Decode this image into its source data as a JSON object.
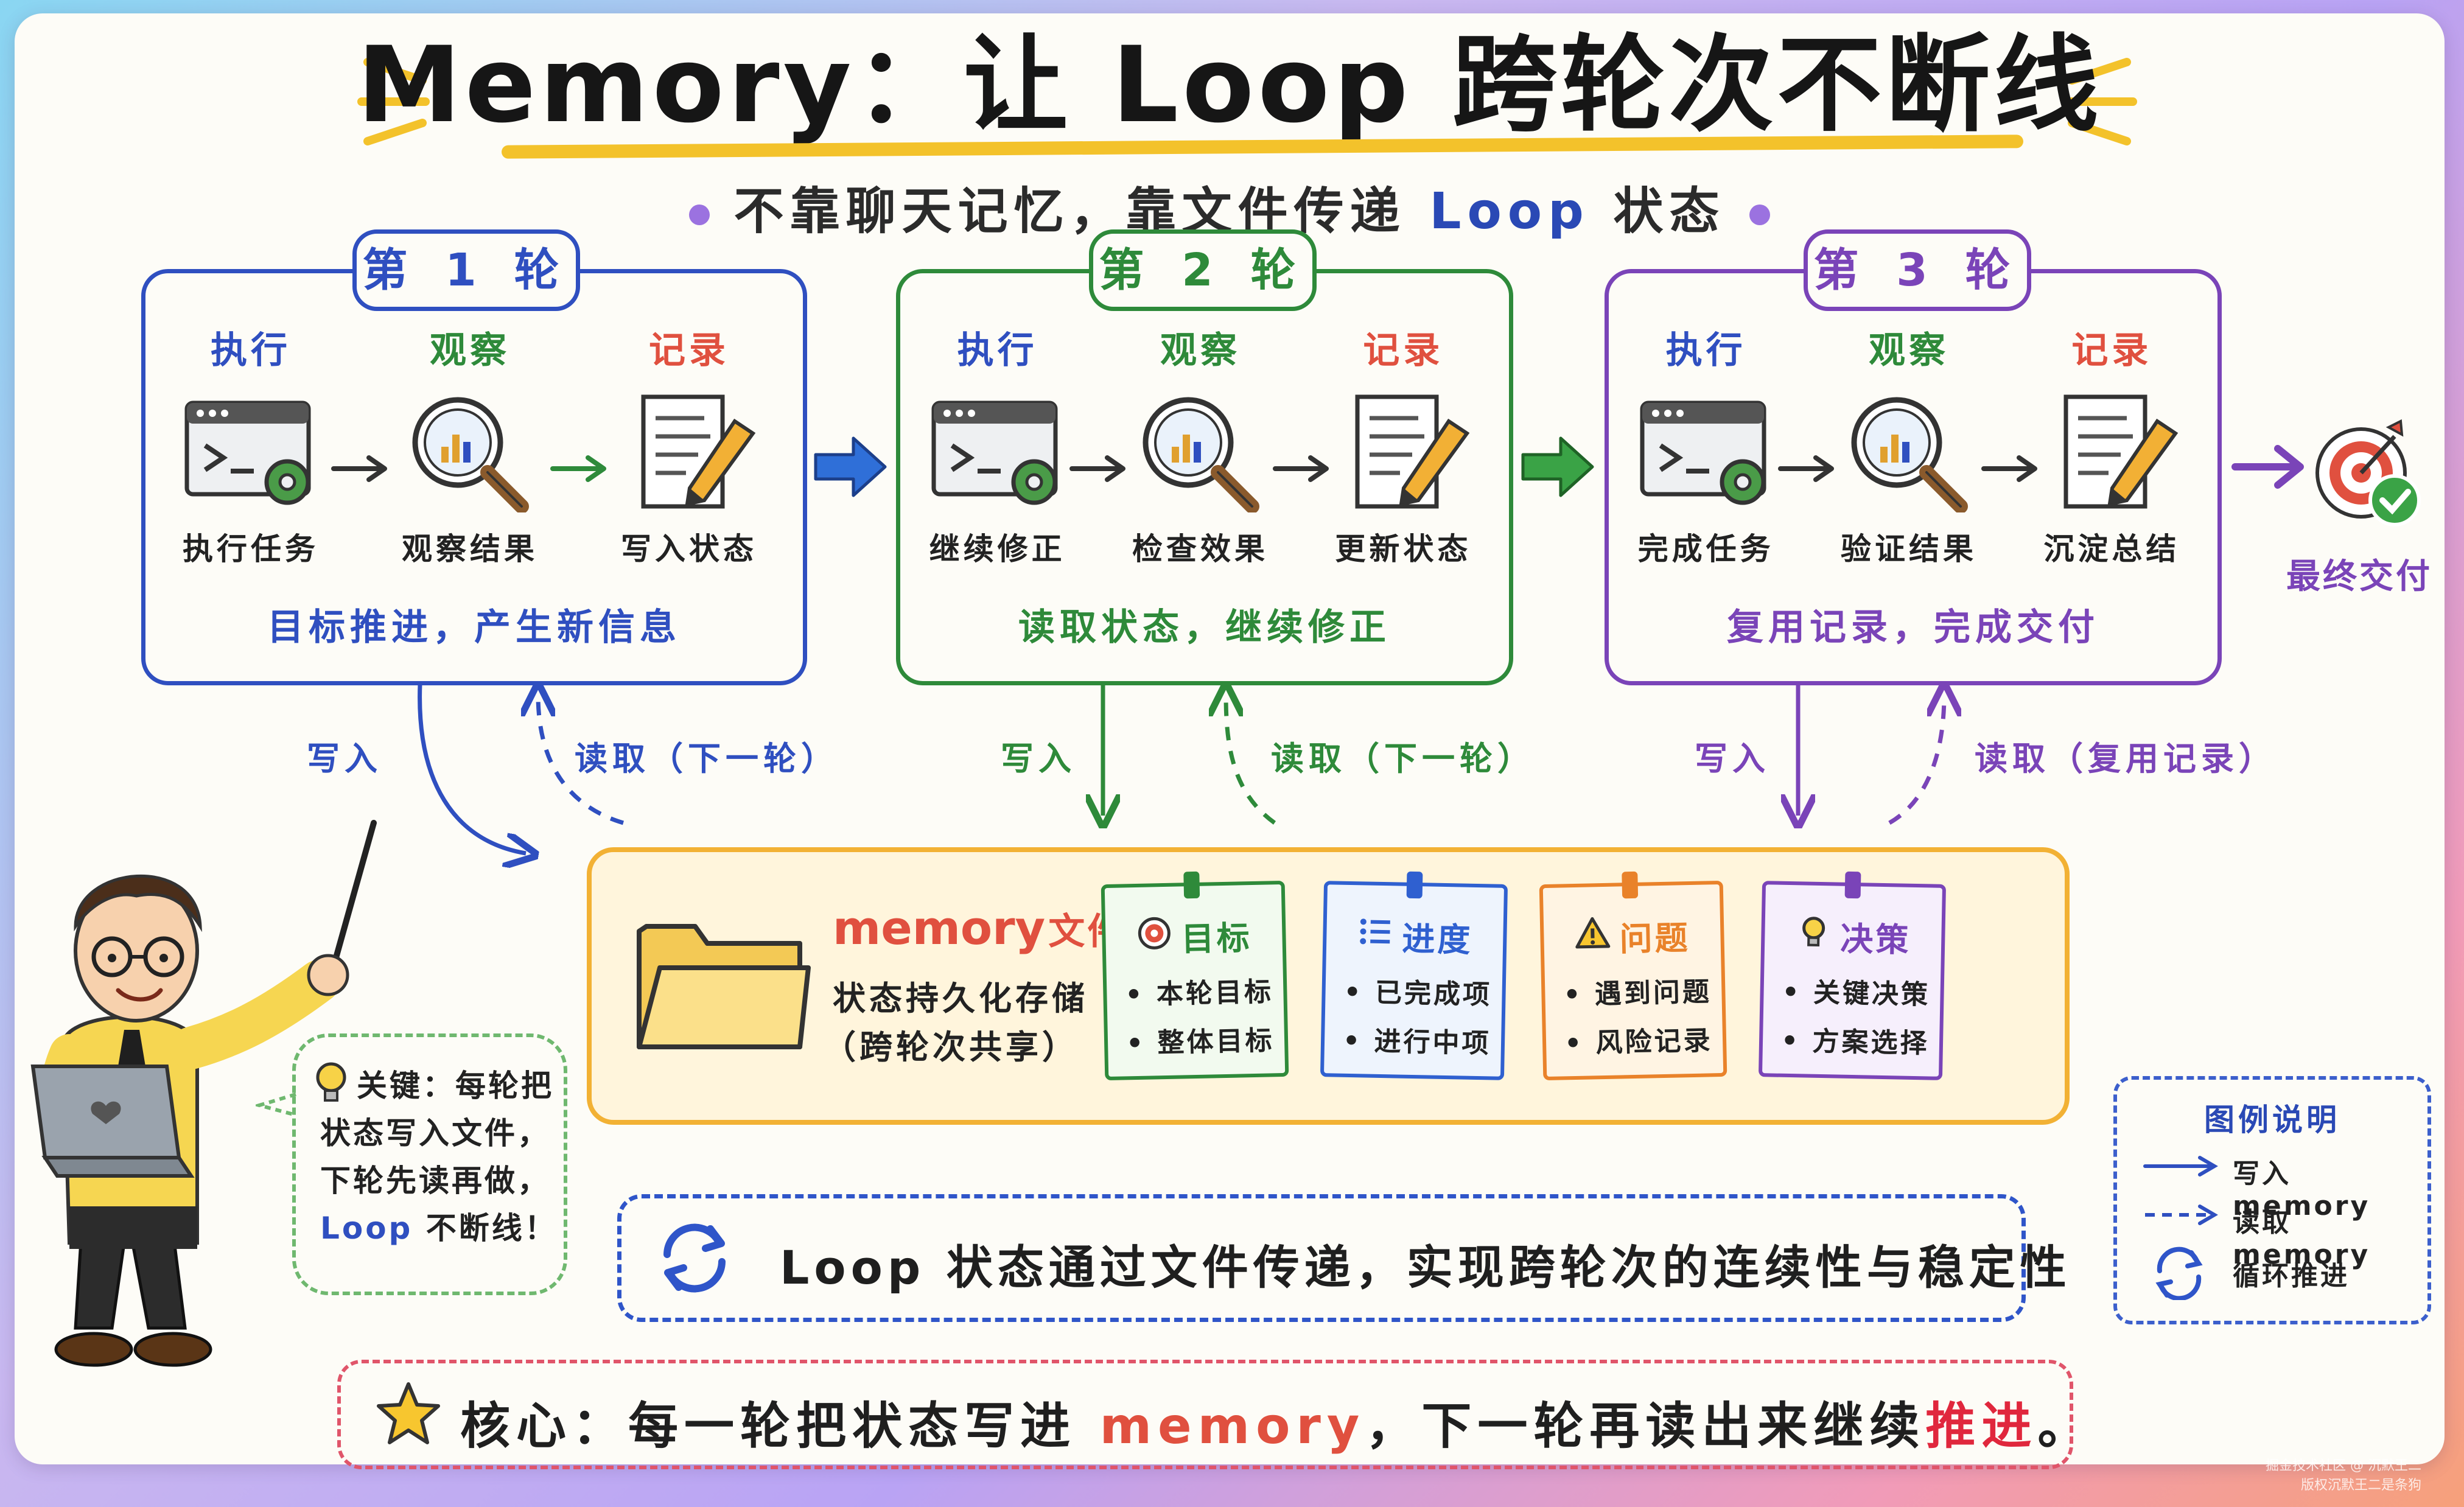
{
  "title": "Memory：让 Loop 跨轮次不断线",
  "subtitle": {
    "part1": "不靠聊天记忆，靠文件传递",
    "loop": "Loop",
    "part2": "状态"
  },
  "rounds": [
    {
      "tag": "第 1 轮",
      "color": "#2f4fc0",
      "steps": [
        {
          "head": "执行",
          "label": "执行任务",
          "icon": "terminal-gear-icon"
        },
        {
          "head": "观察",
          "label": "观察结果",
          "icon": "magnifier-chart-icon"
        },
        {
          "head": "记录",
          "label": "写入状态",
          "icon": "document-pencil-icon"
        }
      ],
      "summary": "目标推进，产生新信息"
    },
    {
      "tag": "第 2 轮",
      "color": "#2e8a3a",
      "steps": [
        {
          "head": "执行",
          "label": "继续修正",
          "icon": "terminal-gear-icon"
        },
        {
          "head": "观察",
          "label": "检查效果",
          "icon": "magnifier-chart-icon"
        },
        {
          "head": "记录",
          "label": "更新状态",
          "icon": "document-pencil-icon"
        }
      ],
      "summary": "读取状态，继续修正"
    },
    {
      "tag": "第 3 轮",
      "color": "#7a44b8",
      "steps": [
        {
          "head": "执行",
          "label": "完成任务",
          "icon": "terminal-gear-icon"
        },
        {
          "head": "观察",
          "label": "验证结果",
          "icon": "magnifier-chart-icon"
        },
        {
          "head": "记录",
          "label": "沉淀总结",
          "icon": "document-pencil-icon"
        }
      ],
      "summary": "复用记录，完成交付"
    }
  ],
  "final": {
    "label": "最终交付",
    "icon": "target-check-icon"
  },
  "connectors": {
    "write": "写入",
    "read_next": "读取（下一轮）",
    "read_reuse": "读取（复用记录）"
  },
  "memory": {
    "title": "memory",
    "title_suffix": "文件",
    "desc1": "状态持久化存储",
    "desc2": "（跨轮次共享）",
    "notes": [
      {
        "title": "目标",
        "items": [
          "本轮目标",
          "整体目标"
        ],
        "color": "#2e8a3a",
        "icon": "target-icon"
      },
      {
        "title": "进度",
        "items": [
          "已完成项",
          "进行中项"
        ],
        "color": "#2f60d0",
        "icon": "list-icon"
      },
      {
        "title": "问题",
        "items": [
          "遇到问题",
          "风险记录"
        ],
        "color": "#e9822a",
        "icon": "warning-icon"
      },
      {
        "title": "决策",
        "items": [
          "关键决策",
          "方案选择"
        ],
        "color": "#7a44b8",
        "icon": "lightbulb-icon"
      }
    ]
  },
  "tip": {
    "line1": "关键：每轮把",
    "line2": "状态写入文件，",
    "line3": "下轮先读再做，",
    "line4_loop": "Loop",
    "line4_rest": "不断线！"
  },
  "loop_statement": "Loop 状态通过文件传递，实现跨轮次的连续性与稳定性",
  "core": {
    "prefix": "核心：每一轮把状态写进",
    "memory": "memory",
    "middle": "，下一轮再读出来继续",
    "push": "推进",
    "suffix": "。"
  },
  "legend": {
    "title": "图例说明",
    "write": "写入 memory",
    "read": "读取 memory",
    "cycle": "循环推进"
  },
  "watermark": {
    "line1": "掘金技术社区 @ 沉默王二",
    "line2": "版权沉默王二是条狗"
  }
}
